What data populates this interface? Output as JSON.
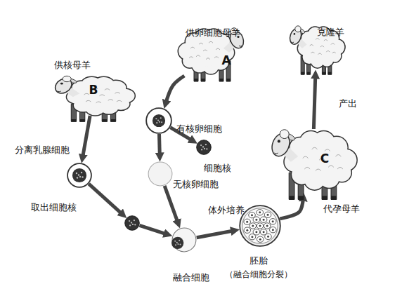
{
  "diagram": {
    "nodes": [
      {
        "text": [
          "供核母羊",
          "B"
        ]
      },
      {
        "text": [
          "供卵细胞母羊",
          "A"
        ]
      },
      {
        "text": [
          "克隆羊"
        ]
      },
      {
        "text": [
          "有核卵细胞"
        ]
      },
      {
        "text": [
          "细胞核"
        ]
      },
      {
        "text": [
          "分离乳腺细胞"
        ]
      },
      {
        "text": [
          "无核卵细胞"
        ]
      },
      {
        "text": [
          "取出细胞核"
        ]
      },
      {
        "text": [
          "融合细胞"
        ]
      },
      {
        "text": [
          "胚胎",
          "（融合细胞分裂）"
        ]
      },
      {
        "text": [
          "代孕母羊",
          "C"
        ]
      }
    ],
    "edges": [
      {
        "from": 0,
        "to": 5,
        "arrow": "to"
      },
      {
        "from": 1,
        "to": 3,
        "arrow": "to"
      },
      {
        "from": 3,
        "to": 4,
        "arrow": "to"
      },
      {
        "from": 3,
        "to": 6,
        "arrow": "to"
      },
      {
        "from": 5,
        "to": 7,
        "arrow": "to"
      },
      {
        "from": 7,
        "to": 8,
        "arrow": "to"
      },
      {
        "from": 6,
        "to": 8,
        "arrow": "to"
      },
      {
        "from": 8,
        "to": 9,
        "label": "体外培养",
        "arrow": "to"
      },
      {
        "from": 9,
        "to": 10,
        "arrow": "to"
      },
      {
        "from": 10,
        "to": 2,
        "label": "产出",
        "arrow": "to"
      }
    ]
  }
}
